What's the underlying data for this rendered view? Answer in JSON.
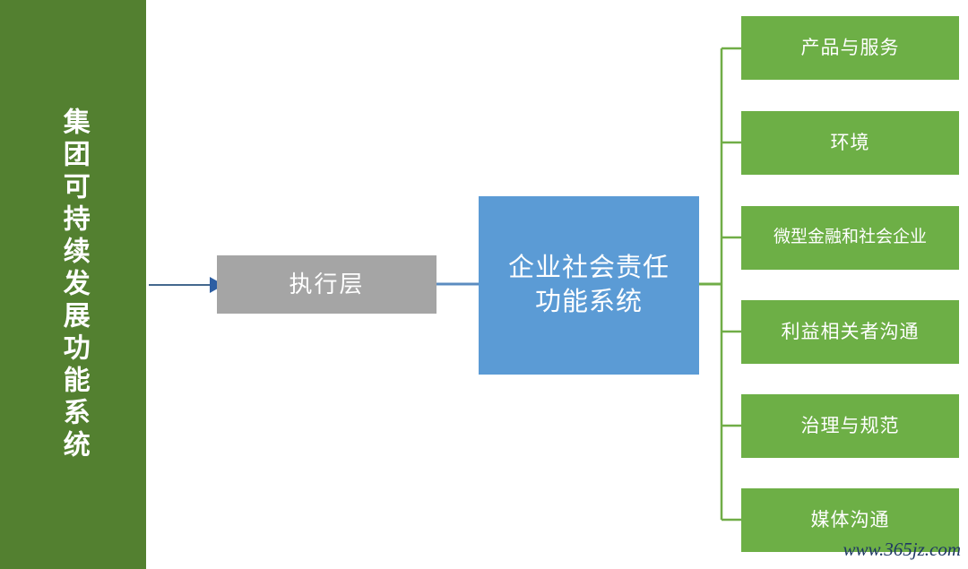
{
  "diagram": {
    "title_band": {
      "label": "集团可持续发展功能系统",
      "color": "#538030",
      "text_color": "#ffffff"
    },
    "arrow": {
      "name": "flow-arrow",
      "line_color": "#44688e",
      "head_color": "#2e5fa3"
    },
    "nodes": {
      "exec": {
        "label": "执行层",
        "color": "#a5a5a5",
        "text_color": "#ffffff"
      },
      "core": {
        "line1": "企业社会责任",
        "line2": "功能系统",
        "color": "#5b9bd5",
        "text_color": "#ffffff"
      }
    },
    "branches": {
      "connector_color": "#70ad47",
      "box_color": "#6daf46",
      "text_color": "#ffffff",
      "items": [
        {
          "label": "产品与服务"
        },
        {
          "label": "环境"
        },
        {
          "label": "微型金融和社会企业"
        },
        {
          "label": "利益相关者沟通"
        },
        {
          "label": "治理与规范"
        },
        {
          "label": "媒体沟通"
        }
      ]
    },
    "watermark": {
      "text": "www.365jz.com",
      "color": "#1f3864"
    }
  }
}
